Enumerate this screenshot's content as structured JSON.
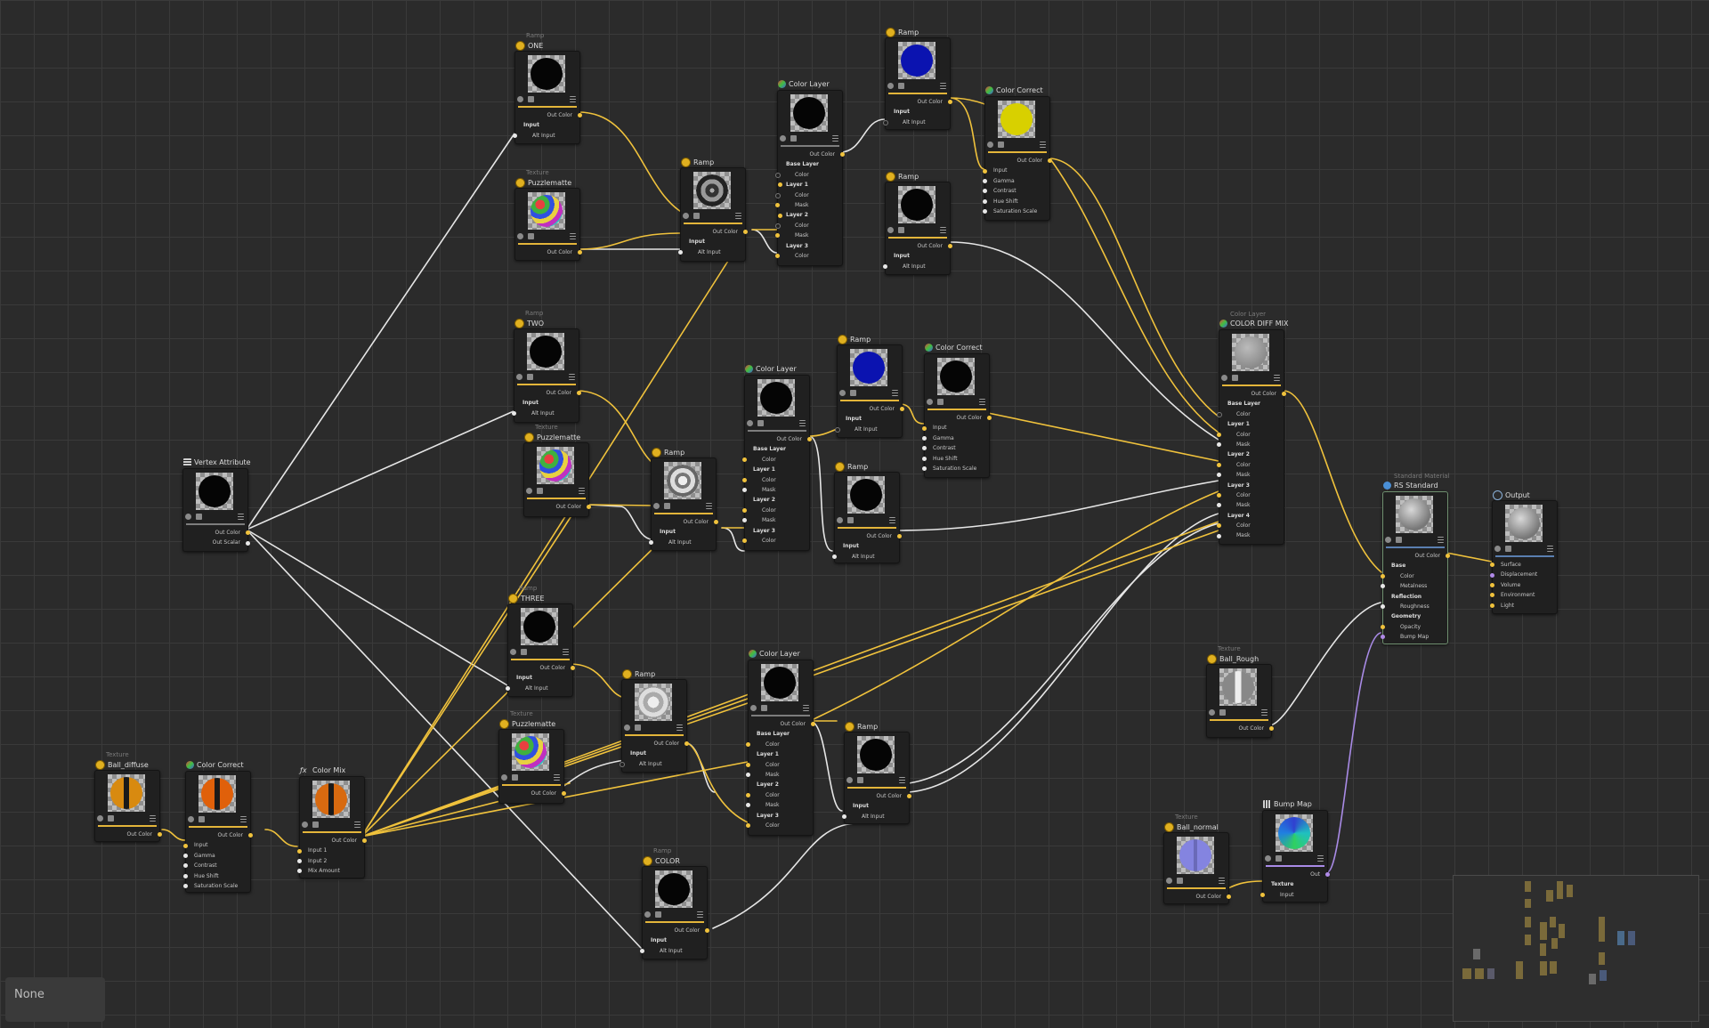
{
  "window": {
    "status_label": "None"
  },
  "colors": {
    "wire_yellow": "#f0c23c",
    "wire_white": "#e6e6e6",
    "wire_purple": "#a98be6",
    "port_accent": "#e3b53a",
    "canvas": "#2b2b2b"
  },
  "nodes": {
    "ramp_one": {
      "type": "Ramp",
      "title": "ONE",
      "out": "Out Color",
      "sec": "Input",
      "in1": "Alt Input"
    },
    "tex_puzzle1": {
      "type": "Texture",
      "title": "Puzzlematte",
      "out": "Out Color"
    },
    "ramp_a": {
      "title": "Ramp",
      "out": "Out Color",
      "sec": "Input",
      "in1": "Alt Input"
    },
    "cl_1": {
      "title": "Color Layer",
      "out": "Out Color",
      "s0": "Base Layer",
      "c0": "Color",
      "s1": "Layer 1",
      "c1": "Color",
      "m1": "Mask",
      "s2": "Layer 2",
      "c2": "Color",
      "m2": "Mask",
      "s3": "Layer 3",
      "c3": "Color"
    },
    "ramp_blue1": {
      "title": "Ramp",
      "out": "Out Color",
      "sec": "Input",
      "in1": "Alt Input"
    },
    "ramp_b": {
      "title": "Ramp",
      "out": "Out Color",
      "sec": "Input",
      "in1": "Alt Input"
    },
    "cc_yellow": {
      "title": "Color Correct",
      "out": "Out Color",
      "i0": "Input",
      "i1": "Gamma",
      "i2": "Contrast",
      "i3": "Hue Shift",
      "i4": "Saturation Scale"
    },
    "ramp_two": {
      "type": "Ramp",
      "title": "TWO",
      "out": "Out Color",
      "sec": "Input",
      "in1": "Alt Input"
    },
    "tex_puzzle2": {
      "type": "Texture",
      "title": "Puzzlematte",
      "out": "Out Color"
    },
    "ramp_c": {
      "title": "Ramp",
      "out": "Out Color",
      "sec": "Input",
      "in1": "Alt Input"
    },
    "cl_2": {
      "title": "Color Layer",
      "out": "Out Color",
      "s0": "Base Layer",
      "c0": "Color",
      "s1": "Layer 1",
      "c1": "Color",
      "m1": "Mask",
      "s2": "Layer 2",
      "c2": "Color",
      "m2": "Mask",
      "s3": "Layer 3",
      "c3": "Color"
    },
    "ramp_blue2": {
      "title": "Ramp",
      "out": "Out Color",
      "sec": "Input",
      "in1": "Alt Input"
    },
    "cc_2": {
      "title": "Color Correct",
      "out": "Out Color",
      "i0": "Input",
      "i1": "Gamma",
      "i2": "Contrast",
      "i3": "Hue Shift",
      "i4": "Saturation Scale"
    },
    "ramp_d": {
      "title": "Ramp",
      "out": "Out Color",
      "sec": "Input",
      "in1": "Alt Input"
    },
    "cl_diff": {
      "type": "Color Layer",
      "title": "COLOR DIFF MIX",
      "out": "Out Color",
      "s0": "Base Layer",
      "c0": "Color",
      "s1": "Layer 1",
      "c1": "Color",
      "m1": "Mask",
      "s2": "Layer 2",
      "c2": "Color",
      "m2": "Mask",
      "s3": "Layer 3",
      "c3": "Color",
      "m3": "Mask",
      "s4": "Layer 4",
      "c4": "Color",
      "m4": "Mask"
    },
    "vertex_attr": {
      "title": "Vertex Attribute",
      "out1": "Out Color",
      "out2": "Out Scalar"
    },
    "ramp_three": {
      "type": "Ramp",
      "title": "THREE",
      "out": "Out Color",
      "sec": "Input",
      "in1": "Alt Input"
    },
    "tex_puzzle3": {
      "type": "Texture",
      "title": "Puzzlematte",
      "out": "Out Color"
    },
    "ramp_e": {
      "title": "Ramp",
      "out": "Out Color",
      "sec": "Input",
      "in1": "Alt Input"
    },
    "cl_3": {
      "title": "Color Layer",
      "out": "Out Color",
      "s0": "Base Layer",
      "c0": "Color",
      "s1": "Layer 1",
      "c1": "Color",
      "m1": "Mask",
      "s2": "Layer 2",
      "c2": "Color",
      "m2": "Mask",
      "s3": "Layer 3",
      "c3": "Color"
    },
    "ramp_f": {
      "title": "Ramp",
      "out": "Out Color",
      "sec": "Input",
      "in1": "Alt Input"
    },
    "ramp_color": {
      "type": "Ramp",
      "title": "COLOR",
      "out": "Out Color",
      "sec": "Input",
      "in1": "Alt Input"
    },
    "tex_diffuse": {
      "type": "Texture",
      "title": "Ball_diffuse",
      "out": "Out Color"
    },
    "cc_3": {
      "title": "Color Correct",
      "out": "Out Color",
      "i0": "Input",
      "i1": "Gamma",
      "i2": "Contrast",
      "i3": "Hue Shift",
      "i4": "Saturation Scale"
    },
    "color_mix": {
      "title": "Color Mix",
      "out": "Out Color",
      "i0": "Input 1",
      "i1": "Input 2",
      "i2": "Mix Amount"
    },
    "rs_standard": {
      "type": "Standard Material",
      "title": "RS Standard",
      "out": "Out Color",
      "s0": "Base",
      "c0": "Color",
      "c1": "Metalness",
      "s1": "Reflection",
      "c2": "Roughness",
      "s2": "Geometry",
      "c3": "Opacity",
      "c4": "Bump Map"
    },
    "output": {
      "title": "Output",
      "i0": "Surface",
      "i1": "Displacement",
      "i2": "Volume",
      "i3": "Environment",
      "i4": "Light"
    },
    "tex_rough": {
      "type": "Texture",
      "title": "Ball_Rough",
      "out": "Out Color"
    },
    "tex_normal": {
      "type": "Texture",
      "title": "Ball_normal",
      "out": "Out Color"
    },
    "bump_map": {
      "title": "Bump Map",
      "out": "Out",
      "sec": "Texture",
      "in1": "Input"
    }
  }
}
